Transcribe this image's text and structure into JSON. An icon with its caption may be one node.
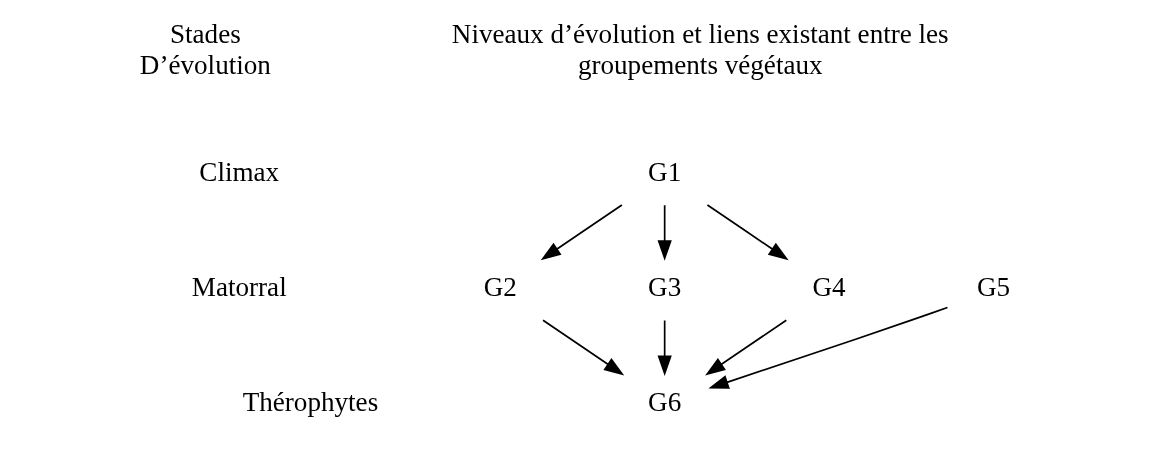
{
  "diagram": {
    "nodes": [
      {
        "text": [
          "G1"
        ]
      },
      {
        "text": [
          "G2"
        ]
      },
      {
        "text": [
          "G3"
        ]
      },
      {
        "text": [
          "G4"
        ]
      },
      {
        "text": [
          "G5"
        ]
      },
      {
        "text": [
          "G6"
        ]
      }
    ],
    "edges": [
      {
        "from": 0,
        "to": 1,
        "arrow": "to"
      },
      {
        "from": 0,
        "to": 2,
        "arrow": "to"
      },
      {
        "from": 0,
        "to": 3,
        "arrow": "to"
      },
      {
        "from": 1,
        "to": 5,
        "arrow": "to"
      },
      {
        "from": 2,
        "to": 5,
        "arrow": "to"
      },
      {
        "from": 3,
        "to": 5,
        "arrow": "to"
      },
      {
        "from": 4,
        "to": 5,
        "arrow": "to"
      }
    ],
    "labels": [
      "Stades D’évolution",
      "Niveaux d’évolution et liens existant entre les groupements végétaux",
      "Climax",
      "Matorral",
      "Thérophytes"
    ]
  }
}
